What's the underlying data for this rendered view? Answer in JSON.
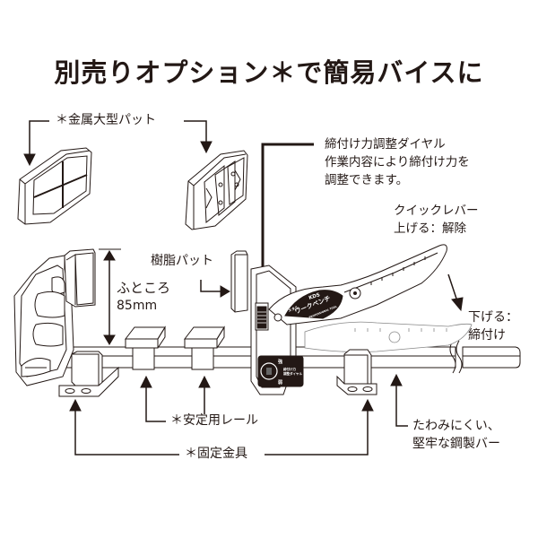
{
  "title": "別売りオプション＊で簡易バイスに",
  "labels": {
    "metal_pad": "＊金属大型パット",
    "dial_line1": "締付け力調整ダイヤル",
    "dial_line2": "作業内容により締付け力を",
    "dial_line3": "調整できます。",
    "lever_line1": "クイックレバー",
    "lever_line2": "上げる：解除",
    "resin_pad": "樹脂パット",
    "capacity_line1": "ふところ",
    "capacity_line2": "85mm",
    "lower_line1": "下げる：",
    "lower_line2": "締付け",
    "rail": "＊安定用レール",
    "bracket": "＊固定金具",
    "bar_line1": "たわみにくい、",
    "bar_line2": "堅牢な鋼製バー"
  },
  "product_badge": {
    "brand": "KDS",
    "name_small": "メタル",
    "name_large": "ワークベンチ",
    "sub": "PROFESSIONAL TOOL"
  },
  "dial_plate": {
    "strong": "強",
    "weak": "弱",
    "caption_line1": "締付け力",
    "caption_line2": "調整ダイヤル"
  },
  "icons": [
    "arrow-down-icon",
    "arrow-up-icon",
    "arrow-right-icon",
    "double-arrow-icon"
  ],
  "colors": {
    "ink": "#231815",
    "background": "#ffffff"
  }
}
